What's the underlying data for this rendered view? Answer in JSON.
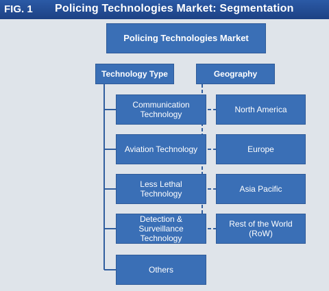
{
  "header": {
    "fig_label": "FIG. 1",
    "title": "Policing Technologies Market: Segmentation"
  },
  "diagram": {
    "root": "Policing Technologies Market",
    "technology_type": {
      "label": "Technology Type",
      "items": [
        "Communication Technology",
        "Aviation Technology",
        "Less Lethal Technology",
        "Detection & Surveillance Technology",
        "Others"
      ]
    },
    "geography": {
      "label": "Geography",
      "items": [
        "North America",
        "Europe",
        "Asia Pacific",
        "Rest of the World (RoW)"
      ]
    }
  },
  "colors": {
    "header_background": "#1f4a93",
    "box_fill": "#3a6fb6",
    "page_background": "#dfe4ea",
    "connector": "#2f5d9e"
  }
}
